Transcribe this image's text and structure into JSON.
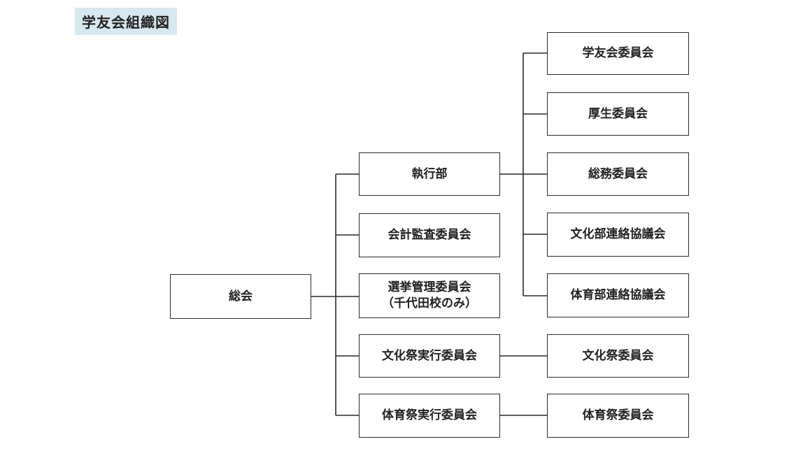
{
  "title": "学友会組織図",
  "nodes": {
    "general_assembly": "総会",
    "executive": "執行部",
    "audit_committee": "会計監査委員会",
    "election_committee": {
      "line1": "選挙管理委員会",
      "line2": "（千代田校のみ）"
    },
    "culture_festival_exec": "文化祭実行委員会",
    "sports_festival_exec": "体育祭実行委員会",
    "student_association_committee": "学友会委員会",
    "welfare_committee": "厚生委員会",
    "general_affairs_committee": "総務委員会",
    "culture_clubs_council": "文化部連絡協議会",
    "sports_clubs_council": "体育部連絡協議会",
    "culture_festival_committee": "文化祭委員会",
    "sports_festival_committee": "体育祭委員会"
  }
}
